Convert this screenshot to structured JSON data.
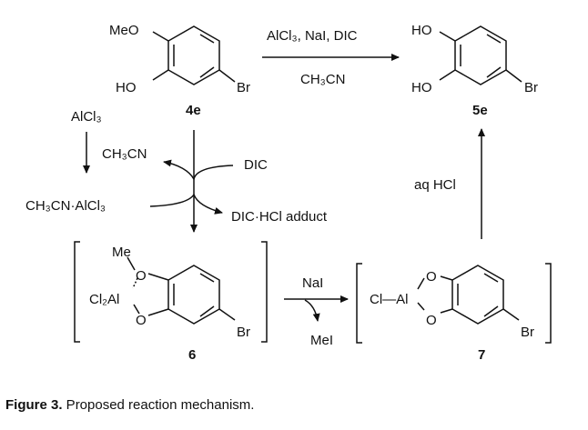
{
  "scheme": {
    "top_reagents": "AlCl₃, NaI, DIC",
    "top_solvent": "CH₃CN",
    "compound_4e": {
      "label": "4e",
      "substituent_top": "MeO",
      "substituent_bottom": "HO",
      "substituent_br": "Br"
    },
    "compound_5e": {
      "label": "5e",
      "substituent_top": "HO",
      "substituent_bottom": "HO",
      "substituent_br": "Br"
    },
    "left_reagent": "AlCl₃",
    "left_release": "CH₃CN",
    "complex": "CH₃CN·AlCl₃",
    "dic": "DIC",
    "dic_adduct": "DIC·HCl adduct",
    "aq_hcl": "aq HCl",
    "nai": "NaI",
    "mei": "MeI",
    "compound_6": {
      "label": "6",
      "me": "Me",
      "o_top": "O",
      "o_bottom": "O",
      "al": "Cl₂Al",
      "br": "Br"
    },
    "compound_7": {
      "label": "7",
      "al": "Cl—Al",
      "o_top": "O",
      "o_bottom": "O",
      "br": "Br"
    }
  },
  "caption": {
    "prefix": "Figure 3.",
    "text": " Proposed reaction mechanism."
  }
}
